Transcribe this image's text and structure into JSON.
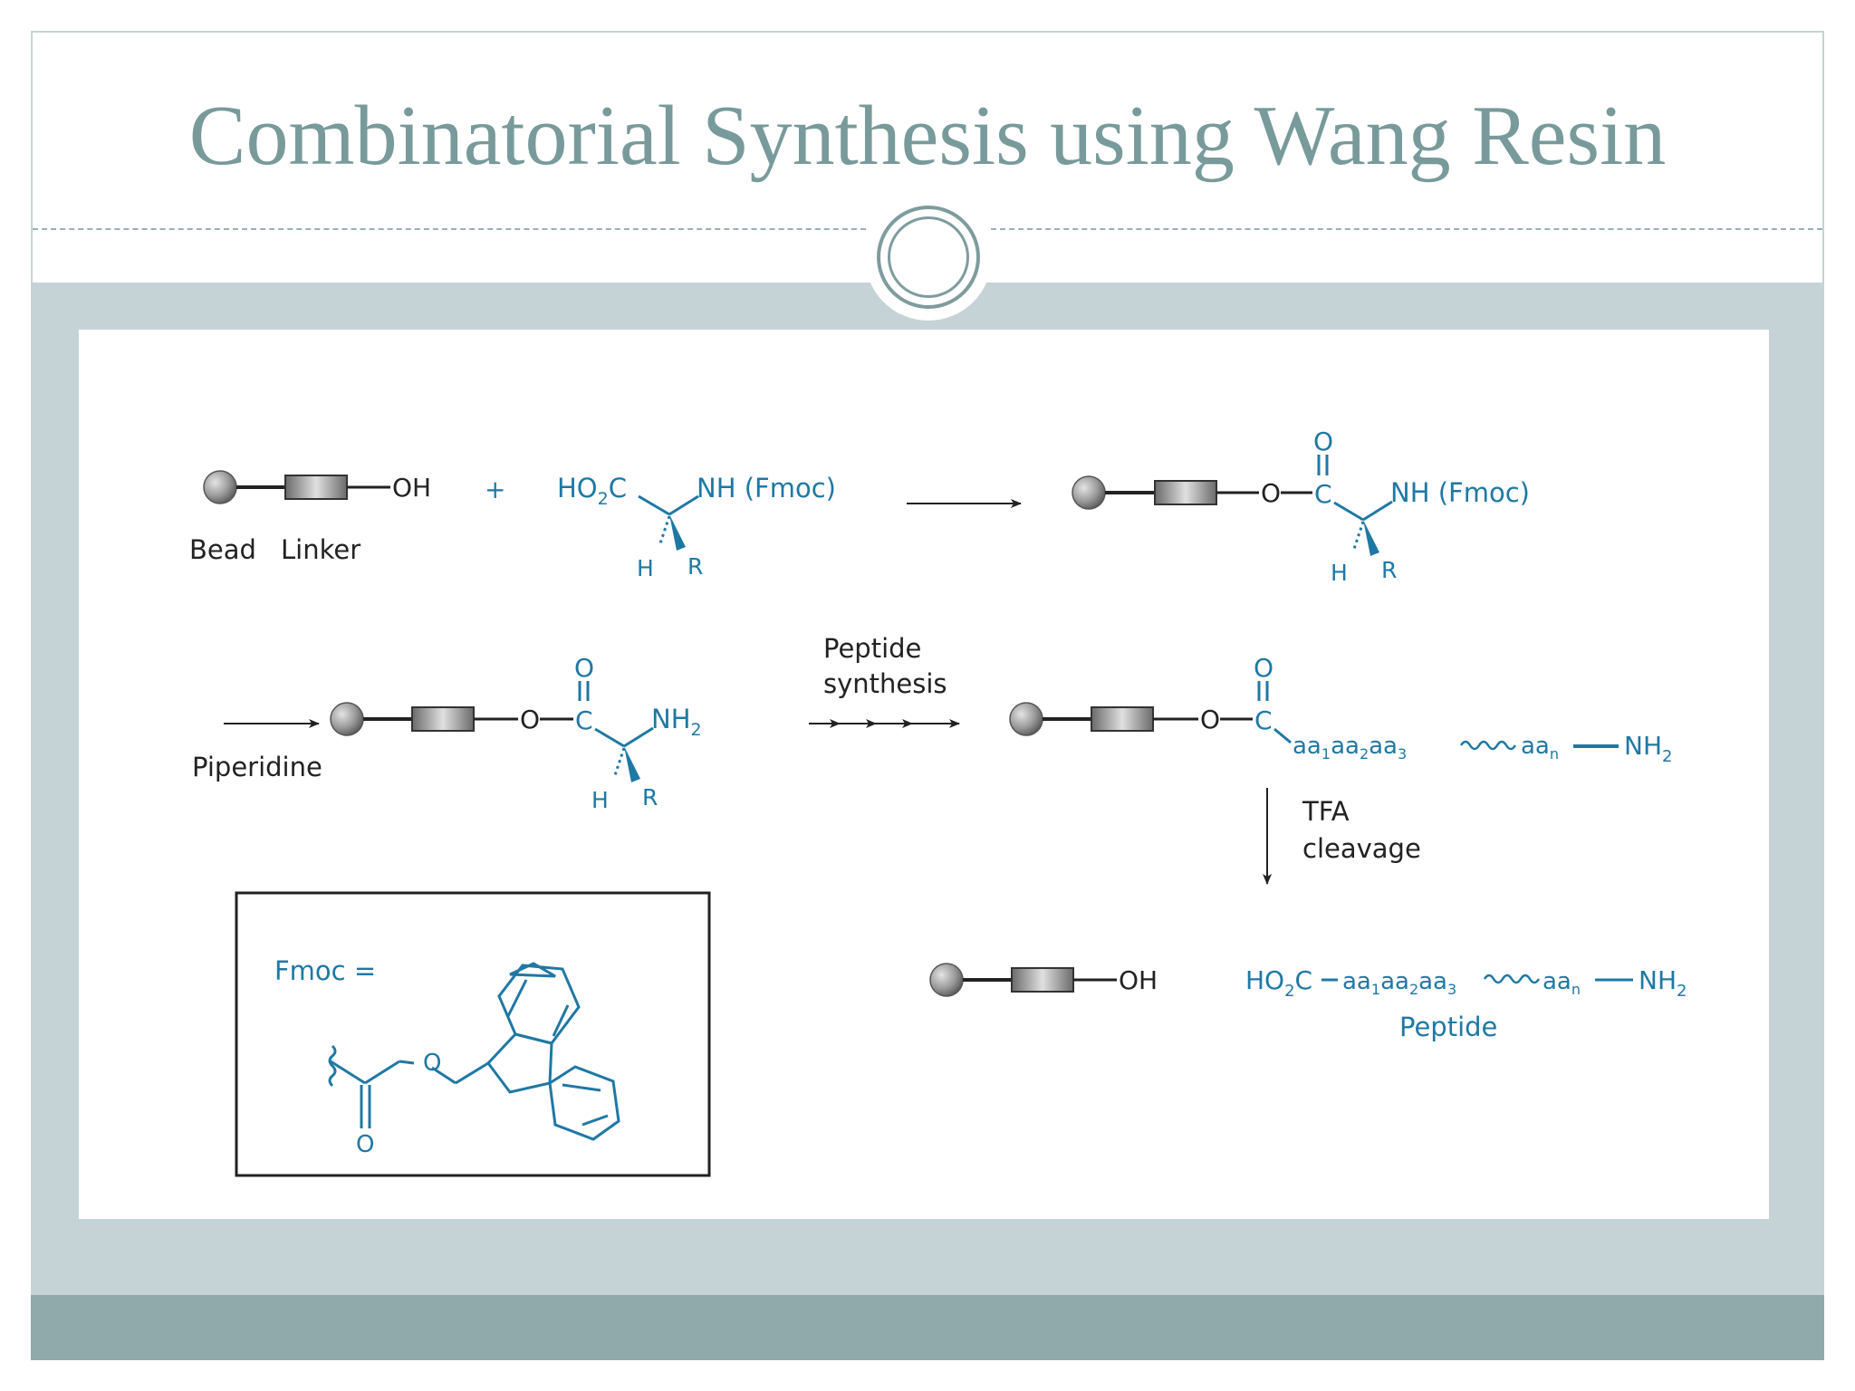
{
  "slide": {
    "title": "Combinatorial Synthesis using Wang Resin"
  },
  "colors": {
    "title": "#789a9a",
    "band": "#c6d3d6",
    "footer": "#90aaab",
    "chem_blue": "#1f78a4",
    "black": "#222222"
  },
  "scheme": {
    "row1": {
      "oh": "OH",
      "plus": "+",
      "bead_label": "Bead",
      "linker_label": "Linker",
      "ho2c": "HO",
      "ho2c_sub": "2",
      "ho2c_c": "C",
      "nh_fmoc": "NH (Fmoc)",
      "h": "H",
      "r": "R",
      "prod_o": "O",
      "prod_carbonyl_o": "O",
      "prod_c": "C",
      "prod_nh_fmoc": "NH (Fmoc)",
      "prod_h": "H",
      "prod_r": "R"
    },
    "row2": {
      "piperidine": "Piperidine",
      "o": "O",
      "carbonyl_o": "O",
      "c": "C",
      "nh2": "NH",
      "nh2_sub": "2",
      "h": "H",
      "r": "R",
      "peptide_synthesis_1": "Peptide",
      "peptide_synthesis_2": "synthesis",
      "chain_o": "O",
      "chain_carbonyl_o": "O",
      "chain_c": "C",
      "aa1": "aa",
      "aa1_sub": "1",
      "aa2": "aa",
      "aa2_sub": "2",
      "aa3": "aa",
      "aa3_sub": "3",
      "aan": "aa",
      "aan_sub": "n",
      "chain_nh2": "NH",
      "chain_nh2_sub": "2",
      "tfa_1": "TFA",
      "tfa_2": "cleavage"
    },
    "row3": {
      "oh": "OH",
      "peptide_ho2c": "HO",
      "peptide_ho2c_sub": "2",
      "peptide_ho2c_c": "C",
      "aa1": "aa",
      "aa1_sub": "1",
      "aa2": "aa",
      "aa2_sub": "2",
      "aa3": "aa",
      "aa3_sub": "3",
      "aan": "aa",
      "aan_sub": "n",
      "nh2": "NH",
      "nh2_sub": "2",
      "peptide_label": "Peptide"
    },
    "fmoc_box": {
      "label": "Fmoc =",
      "o_ether": "O",
      "o_carbonyl": "O"
    }
  }
}
